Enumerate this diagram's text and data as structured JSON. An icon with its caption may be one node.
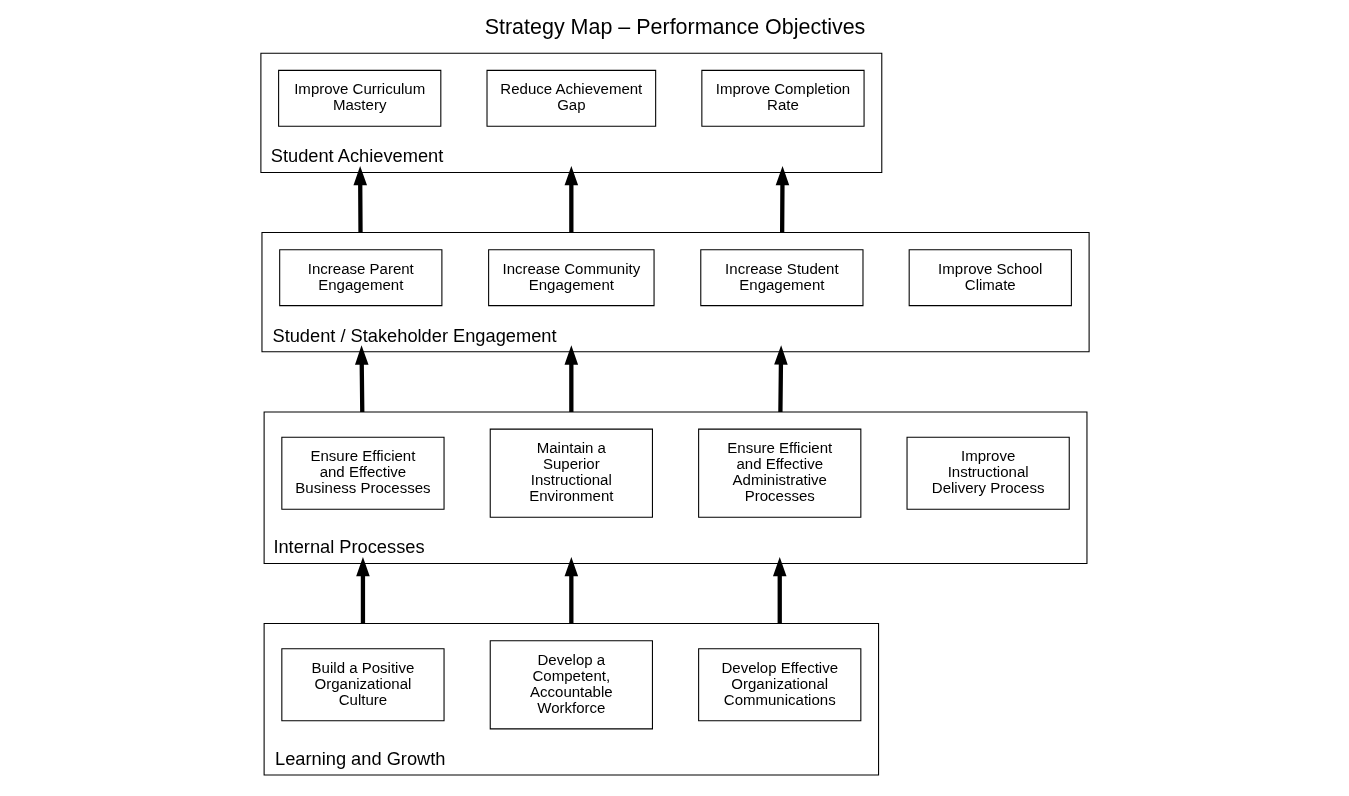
{
  "diagram": {
    "title": "Strategy Map – Performance Objectives",
    "nodes": [
      {
        "text": [
          "Student Achievement"
        ]
      },
      {
        "text": [
          "Improve Curriculum Mastery"
        ],
        "in": 0
      },
      {
        "text": [
          "Reduce Achievement Gap"
        ],
        "in": 0
      },
      {
        "text": [
          "Improve Completion Rate"
        ],
        "in": 0
      },
      {
        "text": [
          "Student / Stakeholder Engagement"
        ]
      },
      {
        "text": [
          "Increase Parent Engagement"
        ],
        "in": 4
      },
      {
        "text": [
          "Increase Community Engagement"
        ],
        "in": 4
      },
      {
        "text": [
          "Increase Student Engagement"
        ],
        "in": 4
      },
      {
        "text": [
          "Improve School Climate"
        ],
        "in": 4
      },
      {
        "text": [
          "Internal Processes"
        ]
      },
      {
        "text": [
          "Ensure Efficient and Effective Business Processes"
        ],
        "in": 9
      },
      {
        "text": [
          "Maintain a Superior Instructional Environment"
        ],
        "in": 9
      },
      {
        "text": [
          "Ensure Efficient and Effective Administrative Processes"
        ],
        "in": 9
      },
      {
        "text": [
          "Improve Instructional Delivery Process"
        ],
        "in": 9
      },
      {
        "text": [
          "Learning and Growth"
        ]
      },
      {
        "text": [
          "Build a Positive Organizational Culture"
        ],
        "in": 14
      },
      {
        "text": [
          "Develop a Competent, Accountable Workforce"
        ],
        "in": 14
      },
      {
        "text": [
          "Develop Effective Organizational Communications"
        ],
        "in": 14
      }
    ],
    "edges": [
      {
        "from": 14,
        "to": 9,
        "arrow": "to"
      },
      {
        "from": 14,
        "to": 9,
        "arrow": "to"
      },
      {
        "from": 14,
        "to": 9,
        "arrow": "to"
      },
      {
        "from": 9,
        "to": 4,
        "arrow": "to"
      },
      {
        "from": 9,
        "to": 4,
        "arrow": "to"
      },
      {
        "from": 9,
        "to": 4,
        "arrow": "to"
      },
      {
        "from": 4,
        "to": 0,
        "arrow": "to"
      },
      {
        "from": 4,
        "to": 0,
        "arrow": "to"
      },
      {
        "from": 4,
        "to": 0,
        "arrow": "to"
      }
    ]
  }
}
